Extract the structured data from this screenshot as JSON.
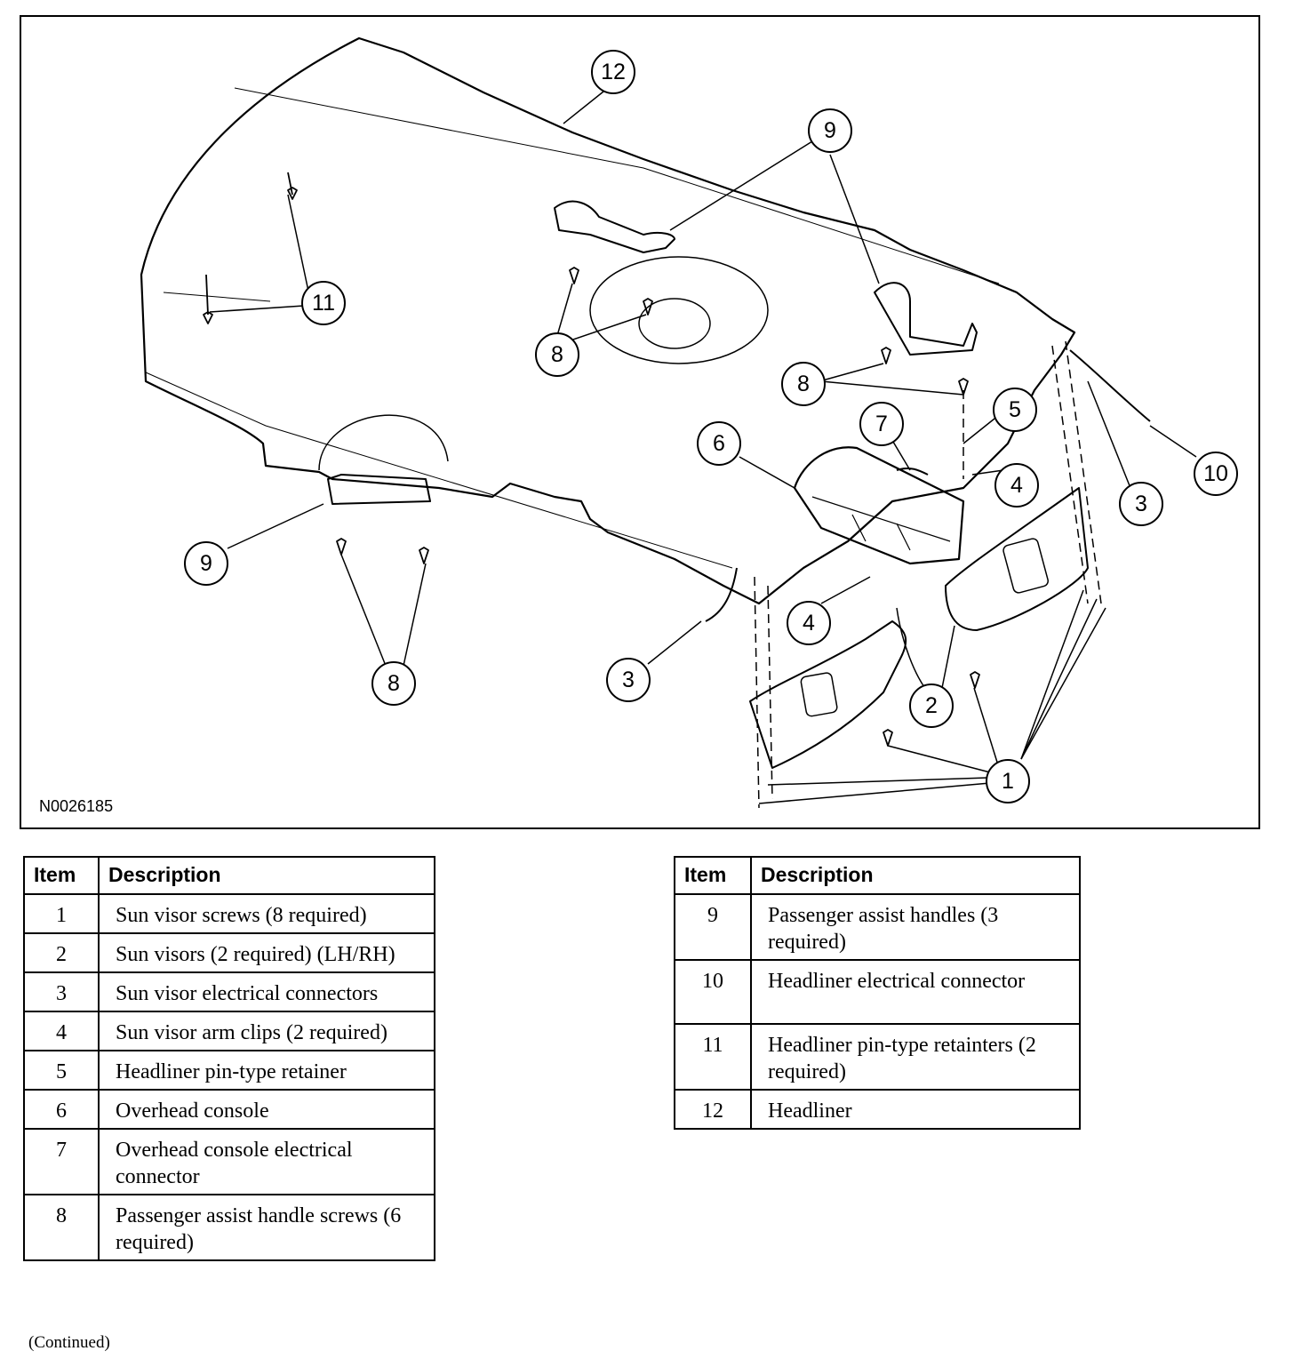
{
  "figure": {
    "id_label": "N0026185",
    "callouts": [
      "1",
      "2",
      "3",
      "4",
      "5",
      "6",
      "7",
      "8",
      "9",
      "10",
      "11",
      "12"
    ]
  },
  "legend_left": {
    "headers": {
      "item": "Item",
      "description": "Description"
    },
    "rows": [
      {
        "item": "1",
        "description": "Sun visor screws (8 required)"
      },
      {
        "item": "2",
        "description": "Sun visors (2 required) (LH/RH)"
      },
      {
        "item": "3",
        "description": "Sun visor electrical connectors"
      },
      {
        "item": "4",
        "description": "Sun visor arm clips (2 required)"
      },
      {
        "item": "5",
        "description": "Headliner pin-type retainer"
      },
      {
        "item": "6",
        "description": "Overhead console"
      },
      {
        "item": "7",
        "description": "Overhead console electrical connector"
      },
      {
        "item": "8",
        "description": "Passenger assist handle screws (6 required)"
      }
    ]
  },
  "legend_right": {
    "headers": {
      "item": "Item",
      "description": "Description"
    },
    "rows": [
      {
        "item": "9",
        "description": "Passenger assist handles (3 required)"
      },
      {
        "item": "10",
        "description": "Headliner electrical connector"
      },
      {
        "item": "11",
        "description": "Headliner pin-type retainters (2 required)"
      },
      {
        "item": "12",
        "description": "Headliner"
      }
    ]
  },
  "footer": {
    "continued": "(Continued)"
  }
}
